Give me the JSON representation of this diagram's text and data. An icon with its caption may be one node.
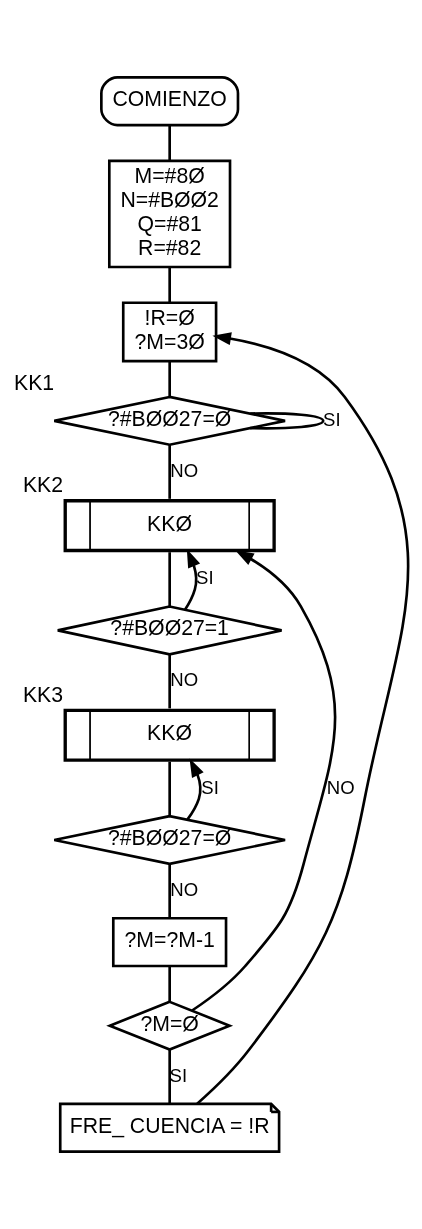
{
  "diagram": {
    "nodes": [
      {
        "text": [
          "COMIENZO"
        ]
      },
      {
        "text": [
          "M=#8Ø",
          "N=#BØØ2",
          "Q=#81",
          "R=#82"
        ]
      },
      {
        "text": [
          "!R=Ø",
          "?M=3Ø"
        ]
      },
      {
        "text": [
          "?#BØØ27=Ø"
        ],
        "beside": [
          "KK1"
        ]
      },
      {
        "text": [
          "KKØ"
        ],
        "beside": [
          "KK2"
        ]
      },
      {
        "text": [
          "?#BØØ27=1"
        ]
      },
      {
        "text": [
          "KKØ"
        ],
        "beside": [
          "KK3"
        ]
      },
      {
        "text": [
          "?#BØØ27=Ø"
        ]
      },
      {
        "text": [
          "?M=?M-1"
        ]
      },
      {
        "text": [
          "?M=Ø"
        ]
      },
      {
        "text": [
          "FRE_ CUENCIA = !R"
        ]
      }
    ],
    "edges": [
      {
        "from": 0,
        "to": 1,
        "arrow": "none"
      },
      {
        "from": 1,
        "to": 2,
        "arrow": "none"
      },
      {
        "from": 2,
        "to": 3,
        "arrow": "none"
      },
      {
        "from": 3,
        "to": 3,
        "arrow": "none",
        "label": "SI"
      },
      {
        "from": 3,
        "to": 4,
        "arrow": "none",
        "label": "NO"
      },
      {
        "from": 5,
        "to": 4,
        "arrow": "to",
        "label": "SI"
      },
      {
        "from": 4,
        "to": 5,
        "arrow": "none"
      },
      {
        "from": 5,
        "to": 6,
        "arrow": "none",
        "label": "NO"
      },
      {
        "from": 6,
        "to": 7,
        "arrow": "none"
      },
      {
        "from": 7,
        "to": 6,
        "arrow": "to",
        "label": "SI"
      },
      {
        "from": 7,
        "to": 8,
        "arrow": "none",
        "label": "NO"
      },
      {
        "from": 8,
        "to": 9,
        "arrow": "none"
      },
      {
        "from": 9,
        "to": 4,
        "arrow": "to",
        "label": "NO"
      },
      {
        "from": 9,
        "to": 10,
        "arrow": "none",
        "label": "SI"
      },
      {
        "from": 10,
        "to": 2,
        "arrow": "to"
      }
    ]
  }
}
